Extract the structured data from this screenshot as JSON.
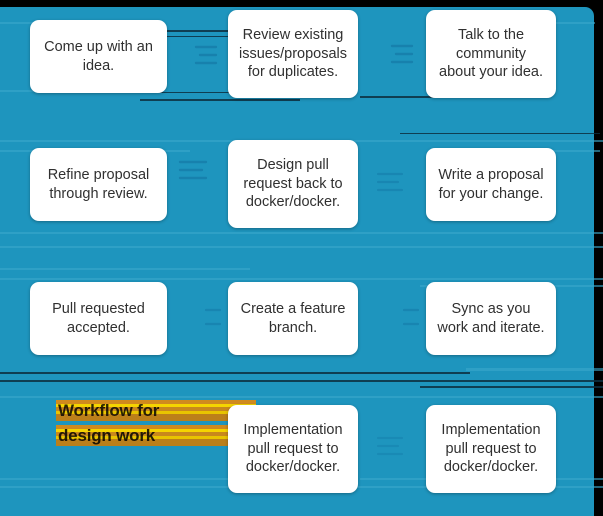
{
  "diagram": {
    "title": "Workflow for design work",
    "background_color": "#1e95be",
    "box_color": "#ffffff",
    "text_color": "#303030",
    "highlight_colors": [
      "#f5d400",
      "#d08a1e"
    ],
    "rows": [
      {
        "row": 1,
        "direction": "left-to-right",
        "boxes": [
          {
            "id": "b1",
            "text": "Come up with an idea."
          },
          {
            "id": "b2",
            "text": "Review existing issues/proposals for duplicates."
          },
          {
            "id": "b3",
            "text": "Talk to the community about your idea."
          }
        ]
      },
      {
        "row": 2,
        "direction": "right-to-left",
        "boxes": [
          {
            "id": "b4",
            "text": "Refine proposal through review."
          },
          {
            "id": "b5",
            "text": "Design pull request back to docker/docker."
          },
          {
            "id": "b6",
            "text": "Write a proposal for your change."
          }
        ]
      },
      {
        "row": 3,
        "direction": "left-to-right",
        "boxes": [
          {
            "id": "b7",
            "text": "Pull requested accepted."
          },
          {
            "id": "b8",
            "text": "Create a feature branch."
          },
          {
            "id": "b9",
            "text": "Sync as you work and iterate."
          }
        ]
      },
      {
        "row": 4,
        "direction": "right-to-left",
        "boxes": [
          {
            "id": "b10",
            "text": "Implementation pull request to docker/docker."
          },
          {
            "id": "b11",
            "text": "Implementation pull request to docker/docker."
          }
        ]
      }
    ],
    "annotation": {
      "line1": "Workflow for",
      "line2": "design work"
    }
  }
}
